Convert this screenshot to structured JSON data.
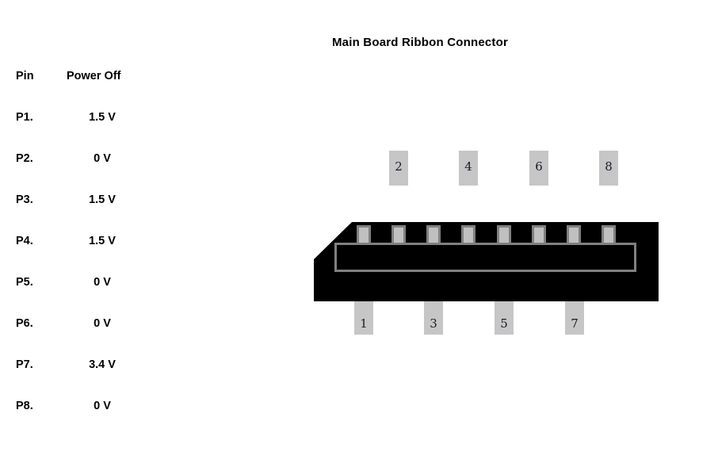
{
  "title": "Main Board Ribbon Connector",
  "table": {
    "columns": [
      "Pin",
      "Power Off"
    ],
    "rows": [
      {
        "pin": "P1.",
        "power_off": "1.5 V"
      },
      {
        "pin": "P2.",
        "power_off": "0 V"
      },
      {
        "pin": "P3.",
        "power_off": "1.5 V"
      },
      {
        "pin": "P4.",
        "power_off": "1.5 V"
      },
      {
        "pin": "P5.",
        "power_off": "0 V"
      },
      {
        "pin": "P6.",
        "power_off": "0 V"
      },
      {
        "pin": "P7.",
        "power_off": "3.4 V"
      },
      {
        "pin": "P8.",
        "power_off": "0 V"
      }
    ]
  },
  "connector": {
    "top_pins": [
      "2",
      "4",
      "6",
      "8"
    ],
    "bottom_pins": [
      "1",
      "3",
      "5",
      "7"
    ],
    "contact_count": 8,
    "colors": {
      "body": "#000000",
      "pin_leg": "#c6c6c6",
      "contact_fill": "#c0c0c0",
      "contact_border": "#808080",
      "background": "#ffffff",
      "text": "#000000"
    }
  }
}
